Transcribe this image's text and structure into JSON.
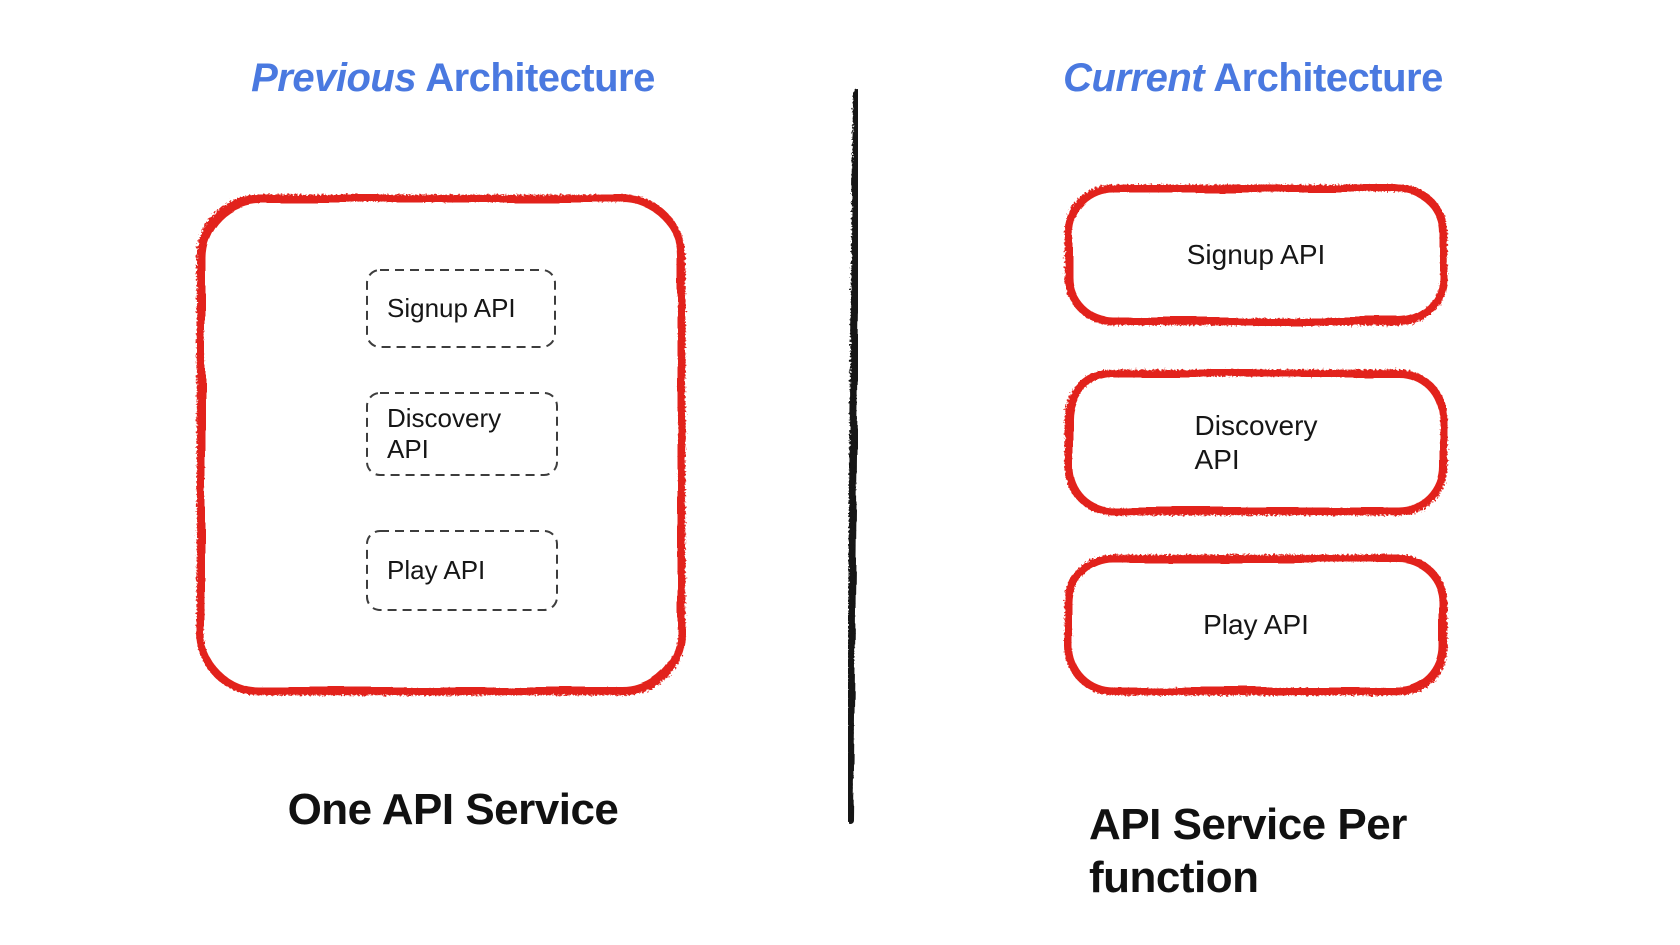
{
  "diagram": {
    "titles": {
      "left": {
        "emphasis": "Previous",
        "rest": " Architecture"
      },
      "right": {
        "emphasis": "Current",
        "rest": " Architecture"
      }
    },
    "left_panel": {
      "services": [
        {
          "label": "Signup API"
        },
        {
          "label": "Discovery\nAPI"
        },
        {
          "label": "Play API"
        }
      ],
      "caption": "One API Service"
    },
    "right_panel": {
      "services": [
        {
          "label": "Signup API"
        },
        {
          "label": "Discovery\nAPI"
        },
        {
          "label": "Play API"
        }
      ],
      "caption": "API Service Per\nfunction"
    }
  },
  "colors": {
    "accent_blue": "#4a79e0",
    "sketch_red": "#e2231a",
    "divider_black": "#151515",
    "text_black": "#141414"
  }
}
